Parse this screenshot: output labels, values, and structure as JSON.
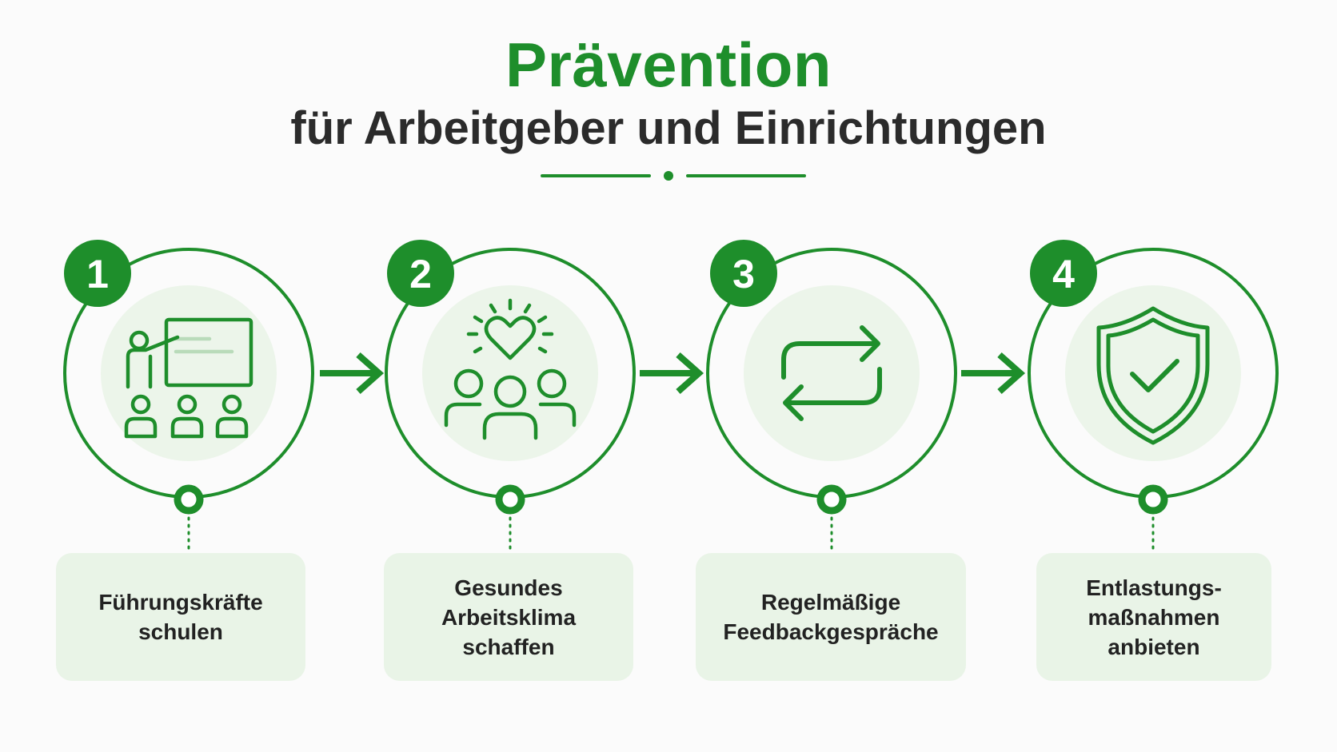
{
  "header": {
    "title": "Prävention",
    "subtitle": "für Arbeitgeber und Einrichtungen"
  },
  "colors": {
    "accent": "#1e8e2b",
    "icon_bg": "#ecf5ea",
    "label_bg": "#e9f4e7",
    "text": "#222222"
  },
  "steps": [
    {
      "number": "1",
      "icon": "teacher-presentation-icon",
      "label": "Führungskräfte\nschulen"
    },
    {
      "number": "2",
      "icon": "team-heart-icon",
      "label": "Gesundes\nArbeitsklima\nschaffen"
    },
    {
      "number": "3",
      "icon": "repeat-arrows-icon",
      "label": "Regelmäßige\nFeedbackgespräche"
    },
    {
      "number": "4",
      "icon": "shield-check-icon",
      "label": "Entlastungs-\nmaßnahmen\nanbieten"
    }
  ]
}
